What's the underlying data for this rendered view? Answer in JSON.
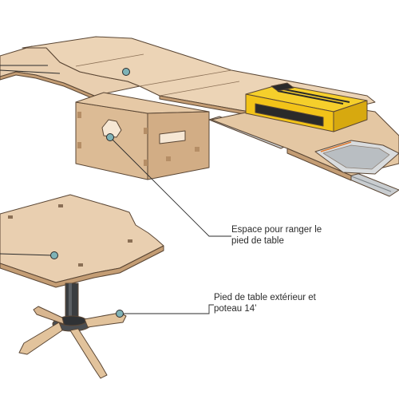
{
  "labels": {
    "storage_line1": "Espace pour ranger le",
    "storage_line2": "pied de table",
    "leg_line1": "Pied de table extérieur et",
    "leg_line2": "poteau 14’"
  },
  "colors": {
    "wood_top": "#e9cfb0",
    "wood_side": "#d8b690",
    "wood_dark": "#c49d74",
    "edge": "#5a4634",
    "metal": "#c9cdd0",
    "metal_dark": "#7d8286",
    "cooler_yellow": "#f2c318",
    "cooler_dark": "#2a2a2a",
    "leader_line": "#2b2b2b",
    "dot_fill": "#7fb3b7"
  },
  "icons": [
    "callout-dot-icon"
  ]
}
